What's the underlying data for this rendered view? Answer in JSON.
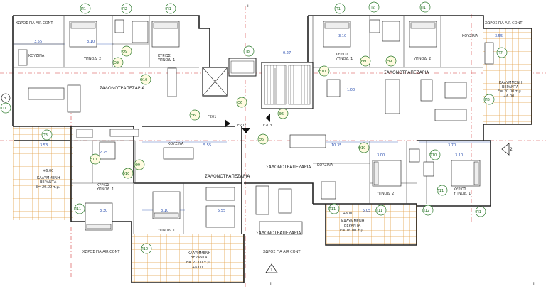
{
  "tags": {
    "p1": "Π1",
    "p2": "Π2",
    "p3": "Π3",
    "p5": "Π5",
    "p7": "Π7",
    "p8": "Π8",
    "p10": "Π10",
    "p11": "Π11",
    "p12": "Π12",
    "b9": "Θ9",
    "b10": "Θ10",
    "b6": "Θ6"
  },
  "rooms": {
    "aircon": "ΧΩΡΟΣ ΓΙΑ AIR CONT",
    "kitchen": "ΚΟΥΖΙΝΑ",
    "bedroom2": "ΥΠΝΟΔ. 2",
    "master1": "ΚΥΡΙΩΣ ΥΠΝΟΔ. 1",
    "master_a": "ΚΥΡΙΩΣ",
    "master_b": "ΥΠΝΟΔ. 1",
    "living": "ΣΑΛΟΝΟΤΡΑΠΕΖΑΡΙΑ",
    "bedroom1": "ΥΠΝΟΔ. 1",
    "veranda_a": "ΚΑΛΥΜΜΕΝΗ",
    "veranda_b": "ΒΕΡΑΝΤΑ"
  },
  "areas": {
    "v_left": "Ε= 20.00 τ.μ.",
    "v_right": "Ε= 20.00 τ.μ.",
    "v_bottom": "Ε= 21.00 τ.μ.",
    "v_mid": "Ε= 16.00 τ.μ."
  },
  "levels": {
    "plus6": "+6.00"
  },
  "doors": {
    "f201": "F201",
    "f202": "F202",
    "f203": "F203"
  },
  "dims": {
    "d355": "3.55",
    "d310": "3.10",
    "d027": "0.27",
    "d353": "3.53",
    "d555": "5.55",
    "d100": "1.00",
    "d225": "2.25",
    "d330": "3.30",
    "d1035": "10.35",
    "d300": "3.00",
    "d370": "3.70",
    "d505": "5.05"
  },
  "markers": {
    "one": "1",
    "two": "2",
    "i": "i",
    "b": "B"
  }
}
